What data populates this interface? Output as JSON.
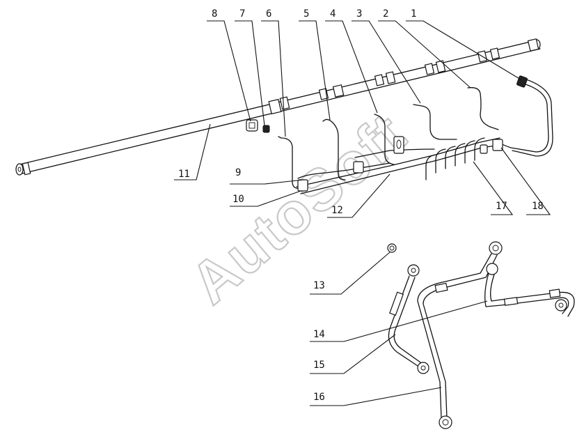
{
  "watermark": "AutoSoft",
  "callouts": [
    {
      "id": "c1",
      "label": "1"
    },
    {
      "id": "c2",
      "label": "2"
    },
    {
      "id": "c3",
      "label": "3"
    },
    {
      "id": "c4",
      "label": "4"
    },
    {
      "id": "c5",
      "label": "5"
    },
    {
      "id": "c6",
      "label": "6"
    },
    {
      "id": "c7",
      "label": "7"
    },
    {
      "id": "c8",
      "label": "8"
    },
    {
      "id": "c9",
      "label": "9"
    },
    {
      "id": "c10",
      "label": "10"
    },
    {
      "id": "c11",
      "label": "11"
    },
    {
      "id": "c12",
      "label": "12"
    },
    {
      "id": "c13",
      "label": "13"
    },
    {
      "id": "c14",
      "label": "14"
    },
    {
      "id": "c15",
      "label": "15"
    },
    {
      "id": "c16",
      "label": "16"
    },
    {
      "id": "c17",
      "label": "17"
    },
    {
      "id": "c18",
      "label": "18"
    }
  ]
}
